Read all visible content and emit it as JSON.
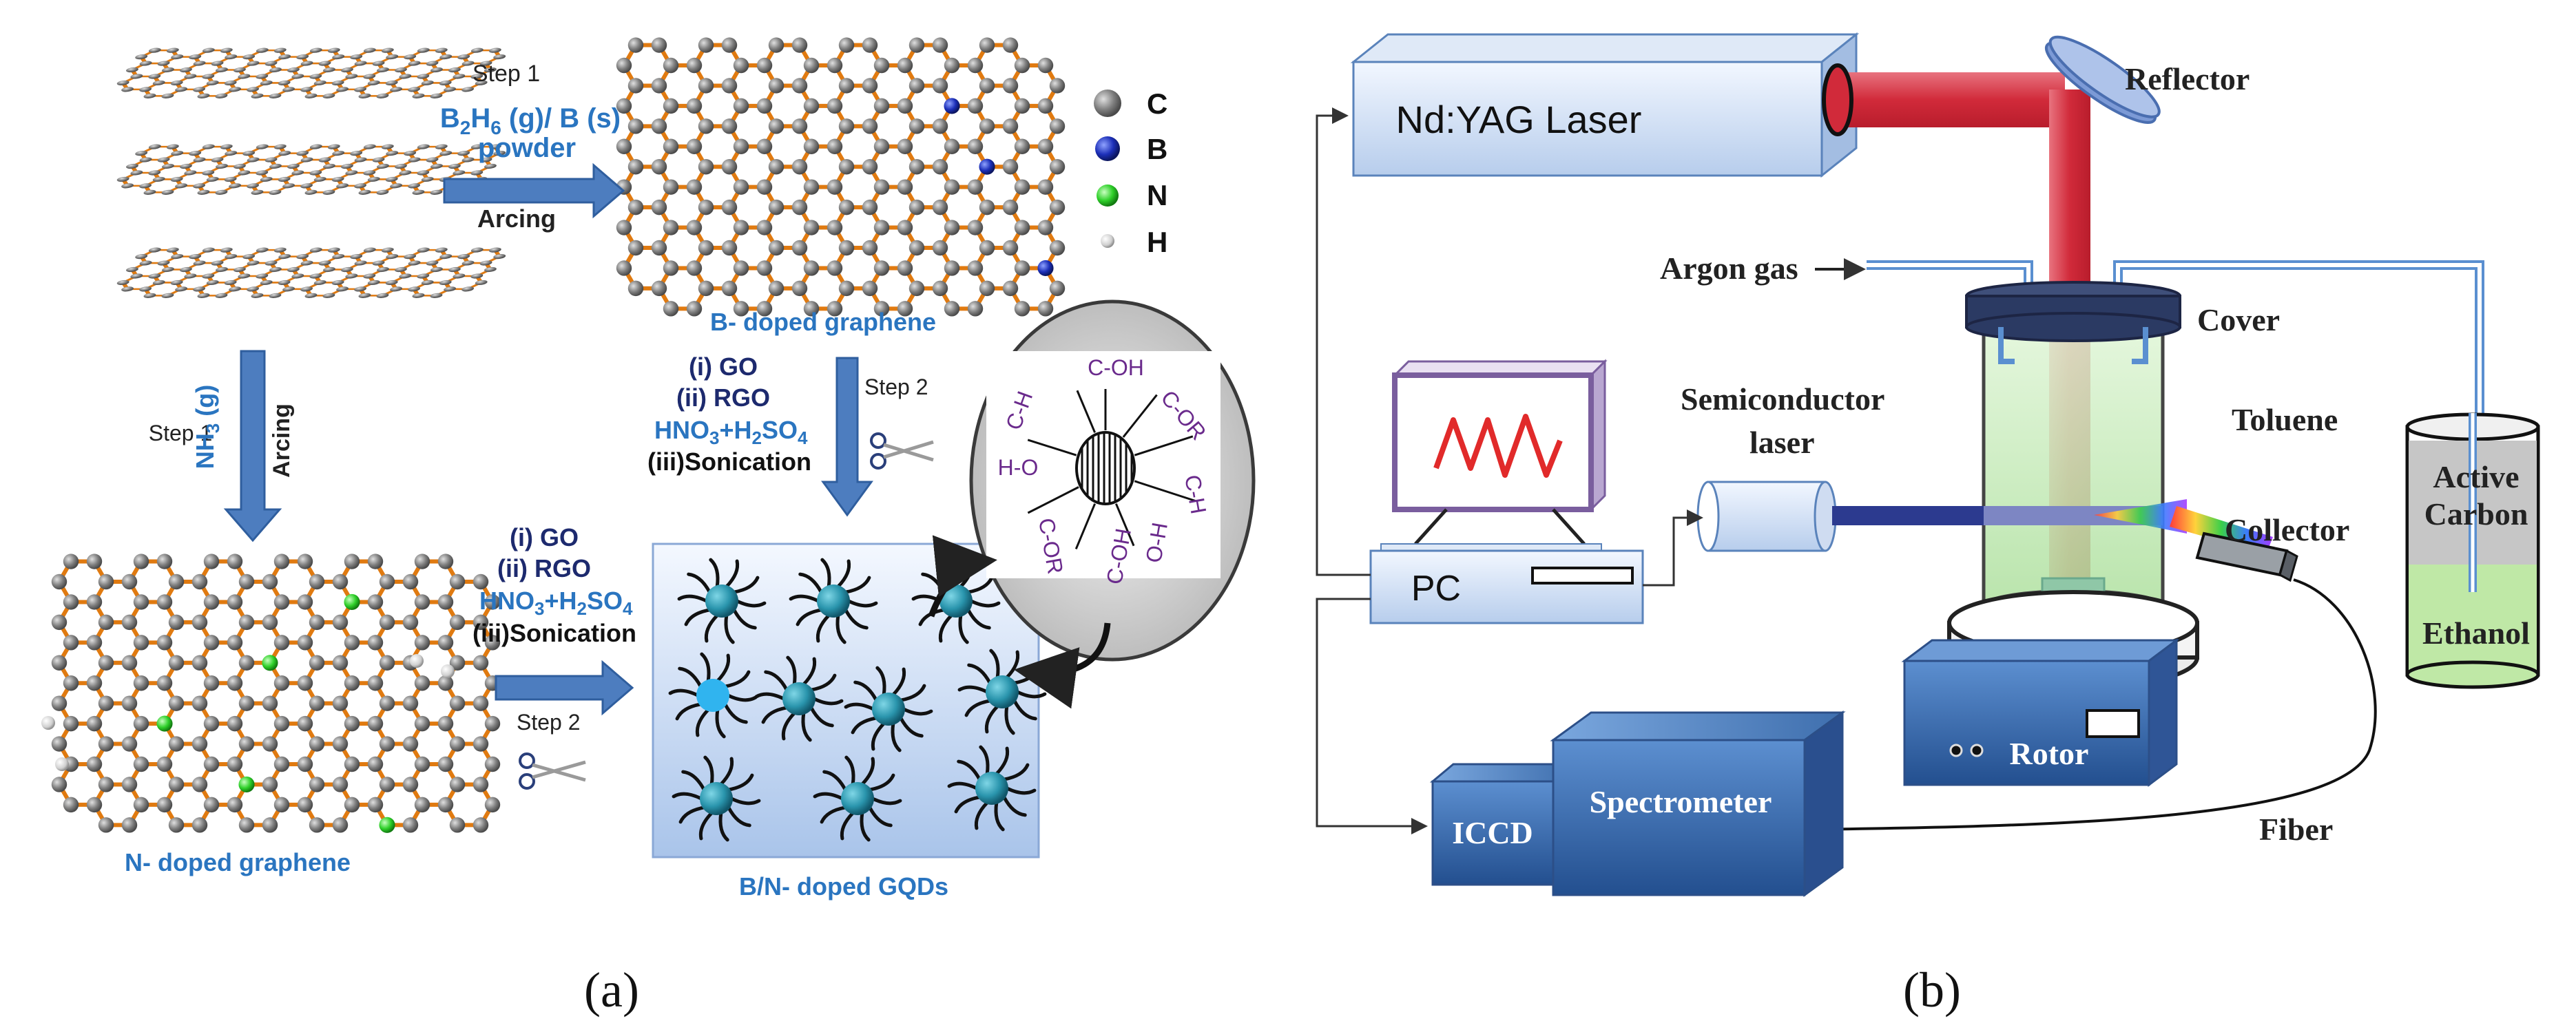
{
  "panel_a": {
    "caption": "(a)",
    "step1_top": "Step 1",
    "reagent_b_pre": "B",
    "reagent_b_sub": "2",
    "reagent_b_mid": "H",
    "reagent_b_sub2": "6",
    "reagent_b_post": " (g)/ B (s)",
    "reagent_b_line2": "powder",
    "arcing_top": "Arcing",
    "b_doped_label": "B- doped graphene",
    "legend": [
      {
        "symbol": "C",
        "color": "#7a7a7a"
      },
      {
        "symbol": "B",
        "color": "#1c2fb8"
      },
      {
        "symbol": "N",
        "color": "#2fd02a"
      },
      {
        "symbol": "H",
        "color": "#d8d8d8"
      }
    ],
    "step1_left": "Step 1",
    "nh3_pre": "NH",
    "nh3_sub": "3",
    "nh3_post": " (g)",
    "arcing_left": "Arcing",
    "n_doped_label": "N- doped graphene",
    "treat_right": {
      "i": "(i)  GO",
      "ii": "(ii) RGO",
      "acid_pre": "HNO",
      "acid_sub1": "3",
      "acid_mid": "+H",
      "acid_sub2": "2",
      "acid_mid2": "SO",
      "acid_sub3": "4",
      "iii": "(iii)Sonication",
      "step": "Step 2"
    },
    "treat_left": {
      "i": "(i)  GO",
      "ii": "(ii) RGO",
      "acid_pre": "HNO",
      "acid_sub1": "3",
      "acid_mid": "+H",
      "acid_sub2": "2",
      "acid_mid2": "SO",
      "acid_sub3": "4",
      "iii": "(iii)Sonication",
      "step": "Step 2"
    },
    "gqd_label": "B/N- doped GQDs",
    "groups": [
      "C-H",
      "C-OH",
      "C-OR",
      "C-H",
      "H-O",
      "C-OR",
      "C-OH",
      "O-H"
    ]
  },
  "panel_b": {
    "caption": "(b)",
    "laser": "Nd:YAG Laser",
    "reflector": "Reflector",
    "argon": "Argon gas",
    "cover": "Cover",
    "toluene": "Toluene",
    "semiconductor": "Semiconductor",
    "laser_word": "laser",
    "collector": "Collector",
    "pc": "PC",
    "rotor": "Rotor",
    "icc": "ICCD",
    "spectrometer": "Spectrometer",
    "fiber": "Fiber",
    "active": "Active",
    "carbon": "Carbon",
    "ethanol": "Ethanol"
  }
}
